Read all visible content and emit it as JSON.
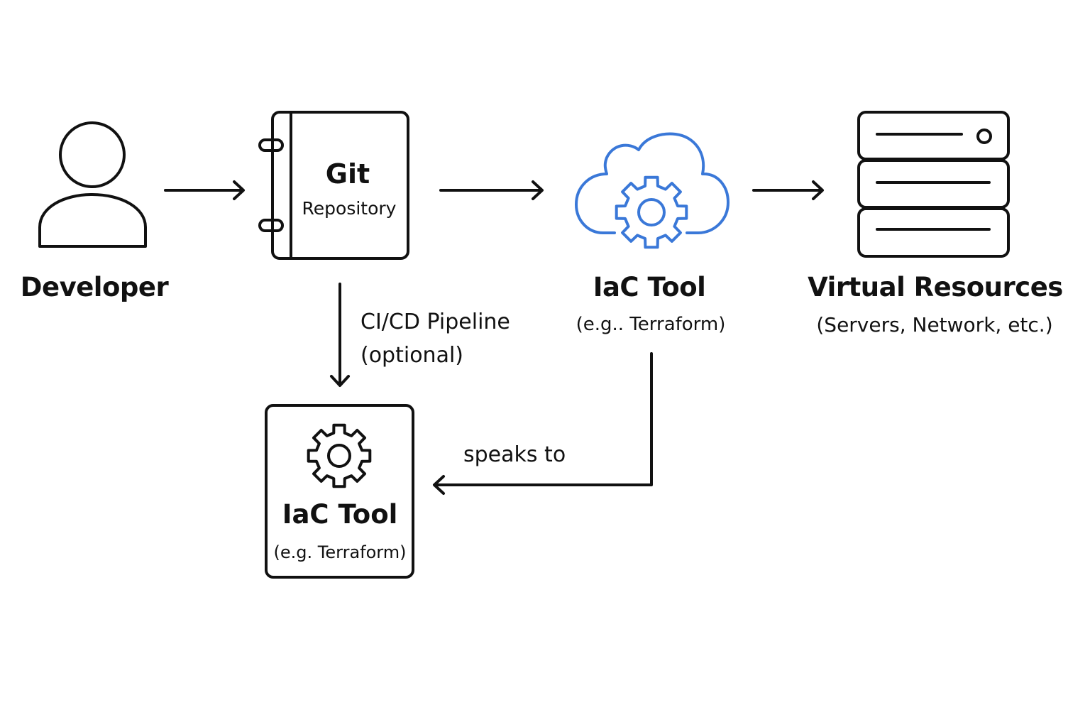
{
  "nodes": {
    "developer": {
      "label": "Developer"
    },
    "git_repo": {
      "title": "Git",
      "subtitle": "Repository"
    },
    "iac_cloud": {
      "title": "IaC Tool",
      "subtitle": "(e.g.. Terraform)"
    },
    "virtual_resources": {
      "title": "Virtual Resources",
      "subtitle": "(Servers, Network, etc.)"
    },
    "iac_box": {
      "title": "IaC Tool",
      "subtitle": "(e.g. Terraform)"
    }
  },
  "edges": {
    "pipeline": {
      "line1": "CI/CD Pipeline",
      "line2": "(optional)"
    },
    "speaks": {
      "label": "speaks to"
    }
  },
  "colors": {
    "ink": "#111111",
    "accent": "#3a78d8",
    "background": "#ffffff"
  },
  "icons": {
    "developer": "person-icon",
    "git_repo": "notebook-icon",
    "iac_cloud": "cloud-gear-icon",
    "virtual_resources": "server-stack-icon",
    "iac_box": "gear-icon"
  }
}
